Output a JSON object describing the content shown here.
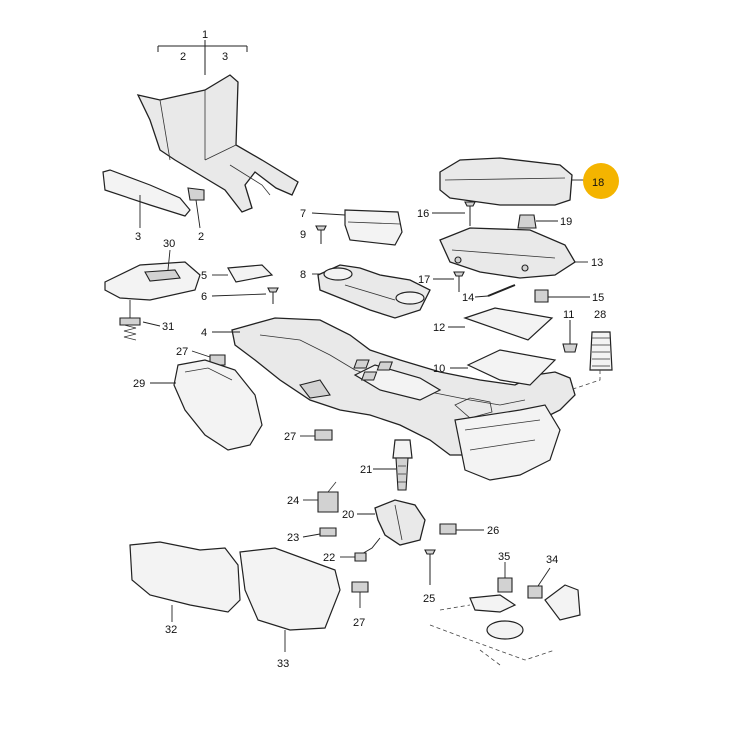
{
  "highlight_color": "#f4b400",
  "header": {
    "label_1": "1",
    "label_2": "2",
    "label_3": "3"
  },
  "labels": {
    "p2": "2",
    "p3": "3",
    "p4": "4",
    "p5": "5",
    "p6": "6",
    "p7": "7",
    "p8": "8",
    "p9": "9",
    "p10": "10",
    "p11": "11",
    "p12": "12",
    "p13": "13",
    "p14": "14",
    "p15": "15",
    "p16": "16",
    "p17": "17",
    "p18": "18",
    "p19": "19",
    "p20": "20",
    "p21": "21",
    "p22": "22",
    "p23": "23",
    "p24": "24",
    "p25": "25",
    "p26": "26",
    "p27a": "27",
    "p27b": "27",
    "p27c": "27",
    "p28": "28",
    "p29": "29",
    "p30": "30",
    "p31": "31",
    "p32": "32",
    "p33": "33",
    "p34": "34",
    "p35": "35"
  }
}
